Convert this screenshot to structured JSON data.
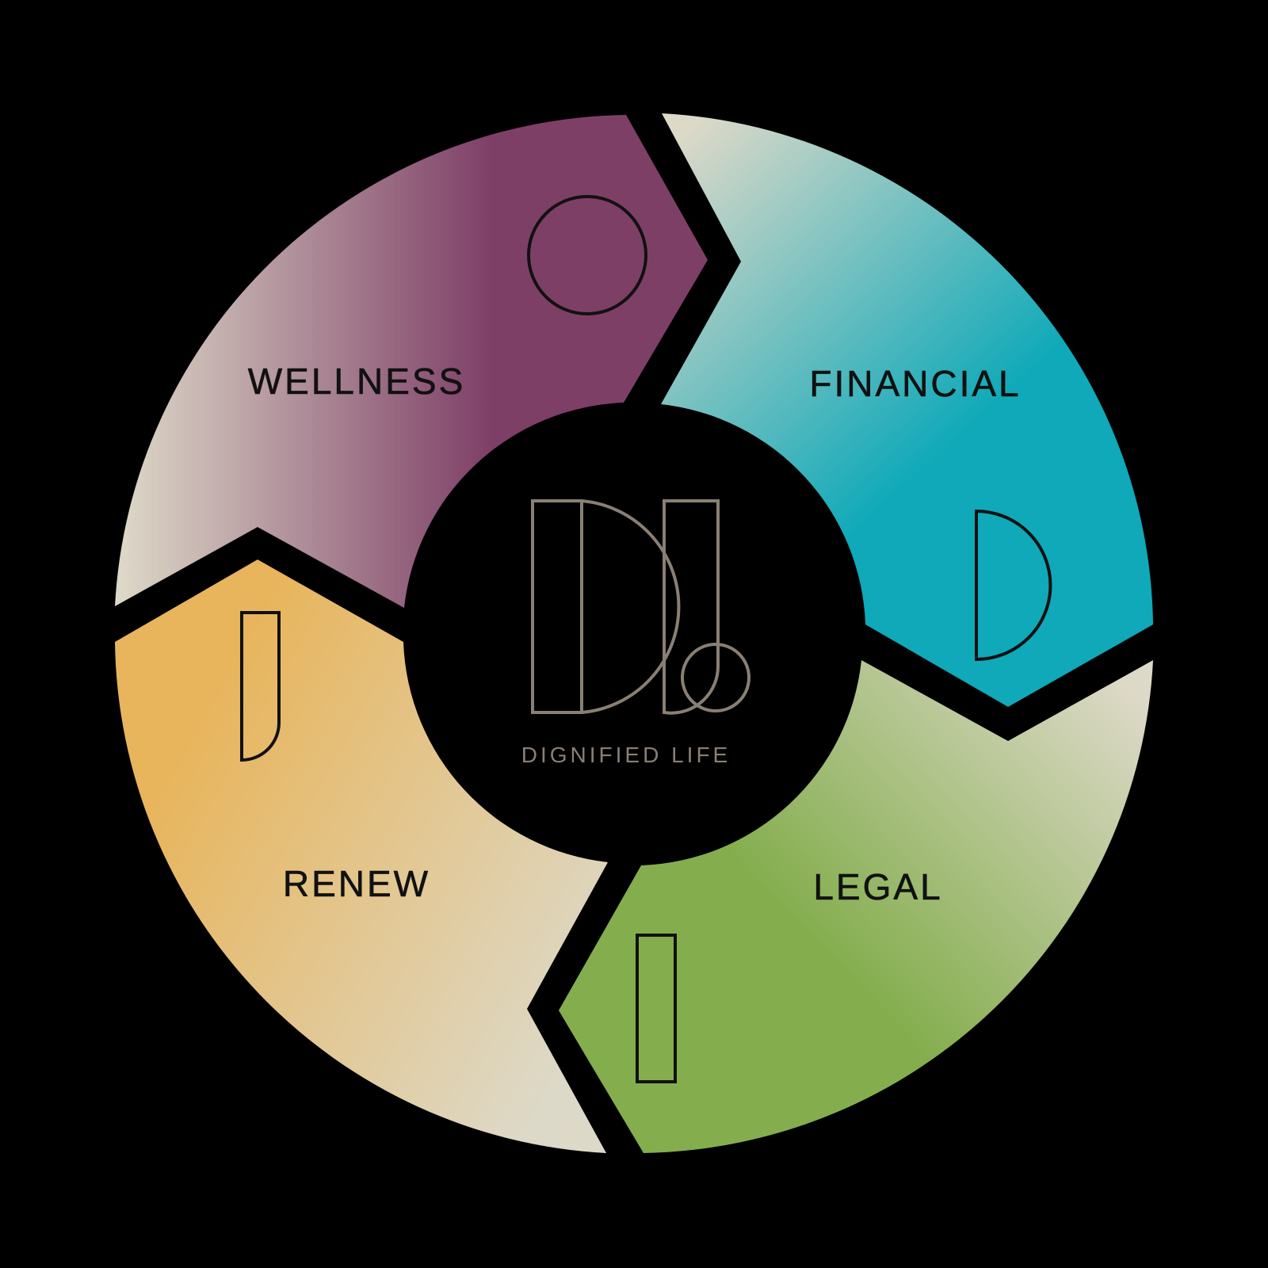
{
  "colors": {
    "background": "#000000",
    "wellness": "#7e3f67",
    "financial": "#0fa9b9",
    "legal": "#84ae4e",
    "renew": "#e8b55c",
    "fade": "#ddd9c8",
    "logo": "#8a7f74",
    "icon_outline": "#111111"
  },
  "center_logo": {
    "name": "DIGNIFIED LIFE",
    "monogram": "DL"
  },
  "segments": [
    {
      "id": "wellness",
      "label": "WELLNESS",
      "icon": "circle-icon"
    },
    {
      "id": "financial",
      "label": "FINANCIAL",
      "icon": "half-disc-icon"
    },
    {
      "id": "legal",
      "label": "LEGAL",
      "icon": "bar-icon"
    },
    {
      "id": "renew",
      "label": "RENEW",
      "icon": "quarter-bar-icon"
    }
  ]
}
